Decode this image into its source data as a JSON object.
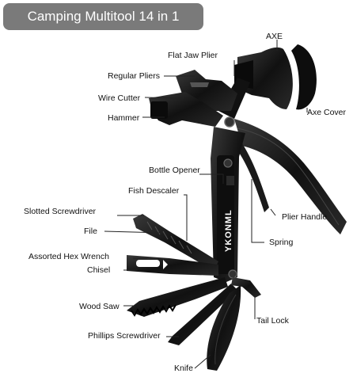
{
  "title": "Camping Multitool 14 in 1",
  "brand": "YKONML",
  "labels": {
    "axe": "AXE",
    "flat_jaw_plier": "Flat Jaw Plier",
    "regular_pliers": "Regular Pliers",
    "wire_cutter": "Wire Cutter",
    "hammer": "Hammer",
    "axe_cover": "Axe Cover",
    "bottle_opener": "Bottle Opener",
    "fish_descaler": "Fish Descaler",
    "slotted_screwdriver": "Slotted Screwdriver",
    "file": "File",
    "assorted_hex_wrench": "Assorted Hex Wrench",
    "chisel": "Chisel",
    "wood_saw": "Wood Saw",
    "phillips_screwdriver": "Phillips Screwdriver",
    "knife": "Knife",
    "plier_handle": "Plier Handle",
    "spring": "Spring",
    "tail_lock": "Tail Lock"
  },
  "colors": {
    "tool": "#151515",
    "pill": "#7a7a7a",
    "line": "#222222"
  }
}
